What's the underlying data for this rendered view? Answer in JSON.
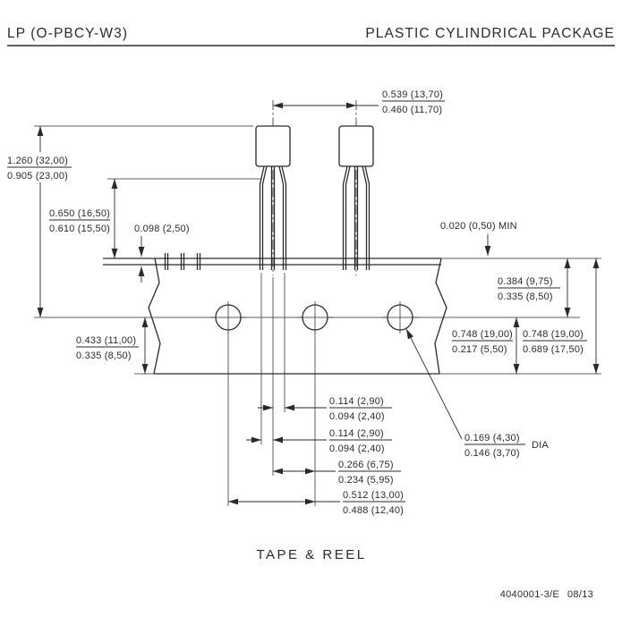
{
  "header": {
    "left": "LP (O-PBCY-W3)",
    "right": "PLASTIC CYLINDRICAL PACKAGE"
  },
  "caption": "TAPE & REEL",
  "footer": {
    "doc": "4040001-3/E",
    "date": "08/13"
  },
  "dims": {
    "component_pitch": {
      "max": "0.539 (13,70)",
      "min": "0.460 (11,70)"
    },
    "overall_height": {
      "max": "1.260 (32,00)",
      "min": "0.905 (23,00)"
    },
    "clinch_height": {
      "max": "0.650 (16,50)",
      "min": "0.610 (15,50)"
    },
    "tape_edge_offset": "0.098 (2,50)",
    "lead_protrusion_min": "0.020 (0,50) MIN",
    "hole_center_from_top": {
      "max": "0.384 (9,75)",
      "min": "0.335 (8,50)"
    },
    "hole_center_to_bottom": {
      "max": "0.433 (11,00)",
      "min": "0.335 (8,50)"
    },
    "adhesive_tape": {
      "max": "0.748 (19,00)",
      "min": "0.217 (5,50)"
    },
    "carrier_tape_width": {
      "max": "0.748 (19,00)",
      "min": "0.689 (17,50)"
    },
    "lead_spacing_outer": {
      "max": "0.114 (2,90)",
      "min": "0.094 (2,40)"
    },
    "lead_spacing_inner": {
      "max": "0.114 (2,90)",
      "min": "0.094 (2,40)"
    },
    "hole_to_component": {
      "max": "0.266 (6,75)",
      "min": "0.234 (5,95)"
    },
    "sprocket_hole_pitch": {
      "max": "0.512 (13,00)",
      "min": "0.488 (12,40)"
    },
    "sprocket_hole_dia": {
      "max": "0.169 (4,30)",
      "min": "0.146 (3,70)",
      "label": "DIA"
    }
  }
}
